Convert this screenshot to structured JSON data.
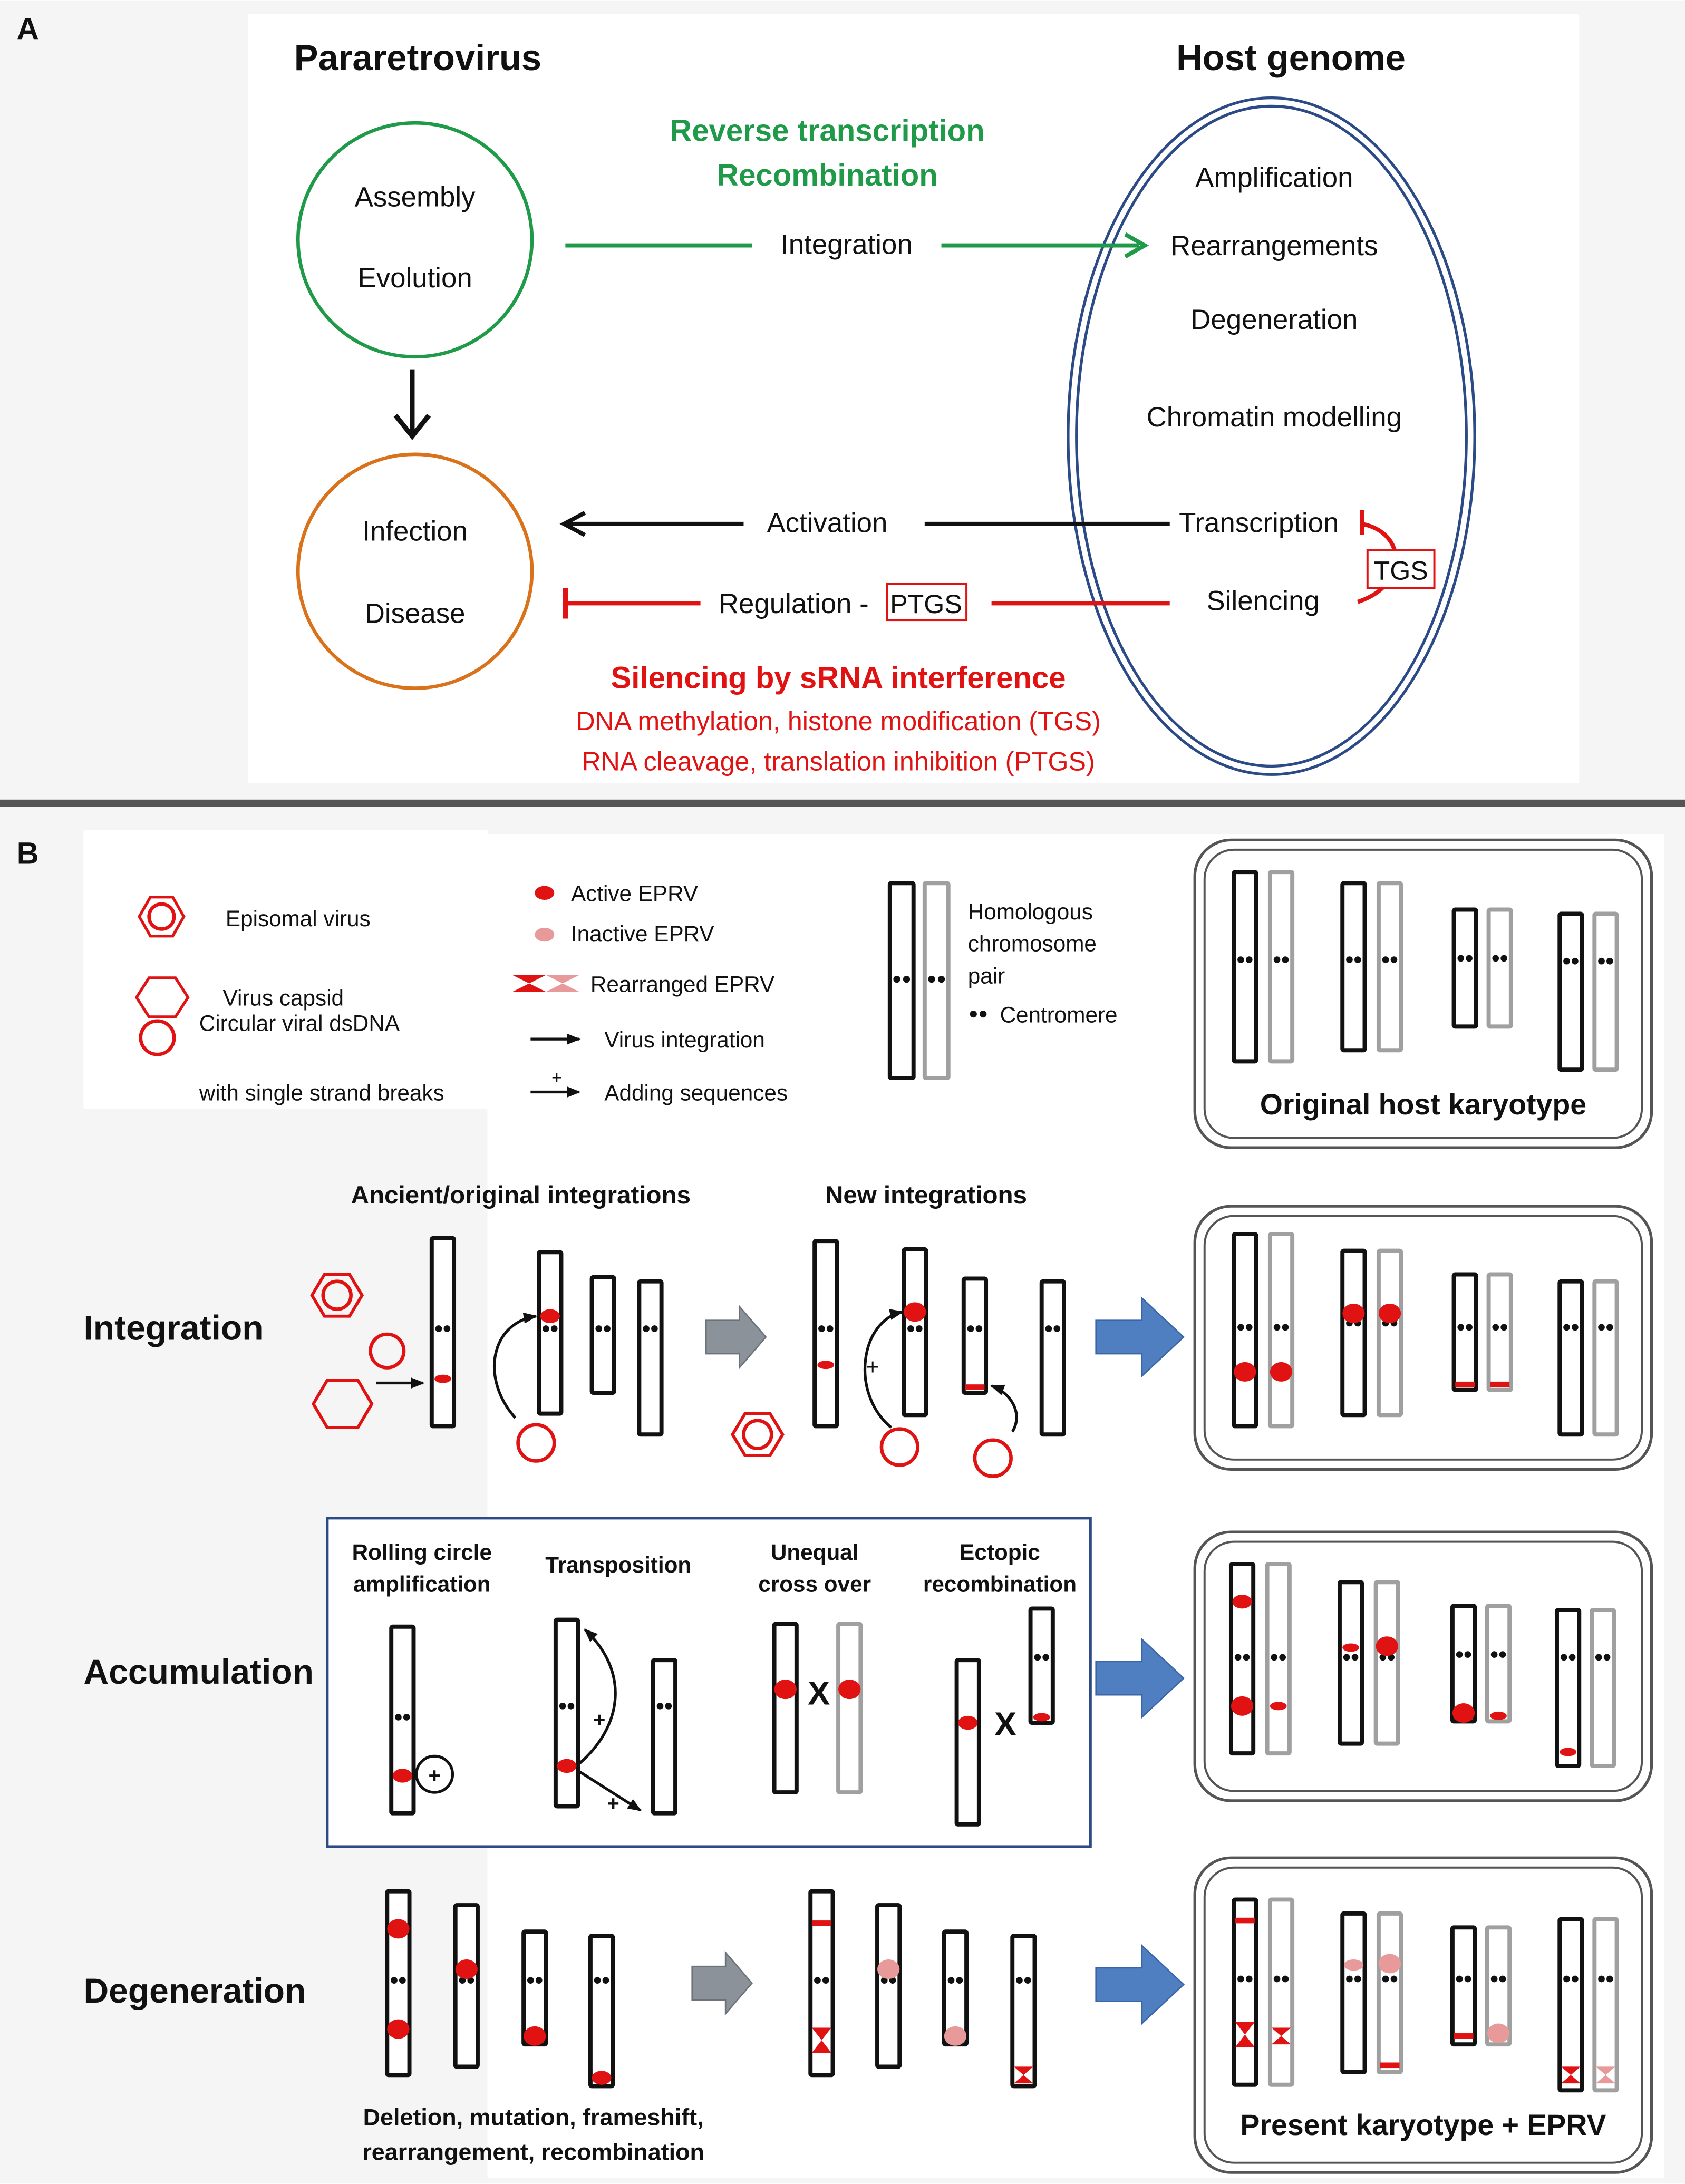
{
  "panel_a": {
    "label": "A",
    "title_left": "Pararetrovirus",
    "title_right": "Host genome",
    "circle_top": {
      "line1": "Assembly",
      "line2": "Evolution"
    },
    "circle_bottom": {
      "line1": "Infection",
      "line2": "Disease"
    },
    "green_heading1": "Reverse transcription",
    "green_heading2": "Recombination",
    "integration": "Integration",
    "activation": "Activation",
    "regulation": "Regulation -",
    "ptgs": "PTGS",
    "tgs": "TGS",
    "host_items": [
      "Amplification",
      "Rearrangements",
      "Degeneration",
      "Chromatin modelling",
      "Transcription",
      "Silencing"
    ],
    "red_heading": "Silencing by sRNA interference",
    "red_line1": "DNA methylation, histone modification (TGS)",
    "red_line2": "RNA cleavage, translation inhibition (PTGS)"
  },
  "panel_b": {
    "label": "B",
    "legend": {
      "episomal": "Episomal virus",
      "capsid": "Virus capsid",
      "circular1": "Circular viral dsDNA",
      "circular2": "with single strand breaks",
      "active": "Active EPRV",
      "inactive": "Inactive EPRV",
      "rearranged": "Rearranged EPRV",
      "integration_arrow": "Virus integration",
      "adding": "Adding  sequences",
      "plus": "+",
      "homologous1": "Homologous",
      "homologous2": "chromosome",
      "homologous3": "pair",
      "centromere": "Centromere"
    },
    "original_karyotype": "Original host karyotype",
    "present_karyotype": "Present karyotype + EPRV",
    "rows": {
      "integration": "Integration",
      "accumulation": "Accumulation",
      "degeneration": "Degeneration"
    },
    "ancient": "Ancient/original integrations",
    "new_integrations": "New integrations",
    "acc": {
      "rolling1": "Rolling circle",
      "rolling2": "amplification",
      "transposition": "Transposition",
      "unequal1": "Unequal",
      "unequal2": "cross over",
      "ectopic1": "Ectopic",
      "ectopic2": "recombination"
    },
    "cross": "X",
    "degen1": "Deletion, mutation, frameshift,",
    "degen2": "rearrangement, recombination"
  },
  "colors": {
    "green": "#1f9a48",
    "orange": "#d9721a",
    "navy": "#2b4a86",
    "red": "#e01212",
    "pink": "#e89a9a",
    "grey_chrom": "#a0a0a0",
    "block_arrow": "#4f7ec1",
    "grey_arrow": "#8c9299"
  }
}
